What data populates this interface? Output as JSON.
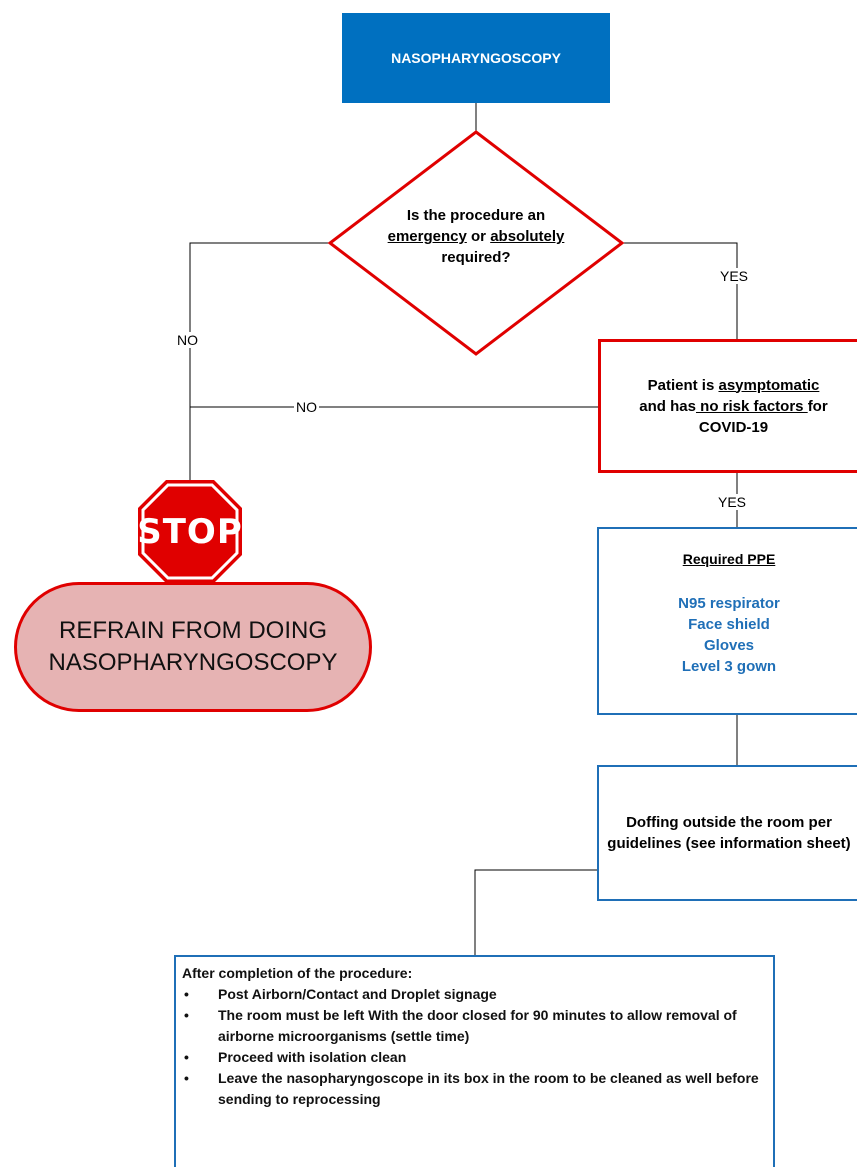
{
  "start": {
    "label": "NASOPHARYNGOSCOPY"
  },
  "decision": {
    "line1": "Is the procedure an",
    "emergency": "emergency",
    "or": " or ",
    "absolutely": "absolutely",
    "line3": "required?"
  },
  "edges": {
    "yes1": "YES",
    "no1": "NO",
    "no2": "NO",
    "yes2": "YES"
  },
  "check": {
    "prefix": "Patient is ",
    "asymptomatic": "asymptomatic",
    "and_has": "and has",
    "no_risk": " no risk factors ",
    "for": "for",
    "covid": "COVID-19"
  },
  "ppe": {
    "title": "Required PPE",
    "items": [
      "N95 respirator",
      "Face shield",
      "Gloves",
      "Level 3 gown"
    ]
  },
  "doffing": {
    "text": "Doffing outside the room per guidelines (see information sheet)"
  },
  "stop": {
    "label": "STOP"
  },
  "refrain": {
    "line1": "REFRAIN FROM DOING",
    "line2": "NASOPHARYNGOSCOPY"
  },
  "after": {
    "heading": "After completion of the procedure:",
    "bullet_symbol": "•",
    "items": [
      "Post Airborn/Contact and Droplet signage",
      "The room must be left With the door closed for 90 minutes to allow removal of airborne microorganisms (settle time)",
      "Proceed with isolation clean",
      "Leave the nasopharyngoscope in its box in the room to be cleaned as well before sending to reprocessing"
    ]
  },
  "colors": {
    "blue": "#0070c0",
    "red": "#e00000",
    "pink": "#e6b3b3"
  }
}
